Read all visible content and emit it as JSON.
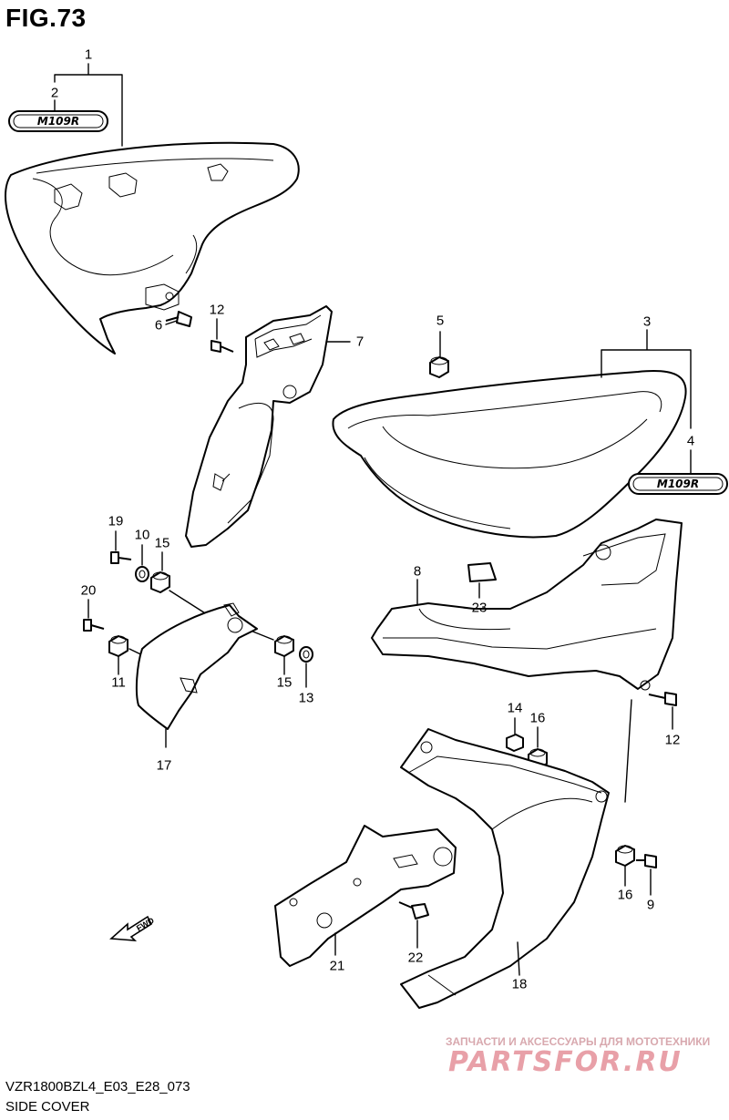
{
  "figure": {
    "title": "FIG.73",
    "model_code": "VZR1800BZL4_E03_E28_073",
    "section": "SIDE COVER"
  },
  "emblem_text": "M109R",
  "callouts": {
    "c1": "1",
    "c2": "2",
    "c3": "3",
    "c4": "4",
    "c5": "5",
    "c6": "6",
    "c7": "7",
    "c8": "8",
    "c9": "9",
    "c10": "10",
    "c11": "11",
    "c12a": "12",
    "c12b": "12",
    "c13": "13",
    "c14": "14",
    "c15a": "15",
    "c15b": "15",
    "c16a": "16",
    "c16b": "16",
    "c17": "17",
    "c18": "18",
    "c19": "19",
    "c20": "20",
    "c21": "21",
    "c22": "22",
    "c23": "23"
  },
  "fwd_label": "FWD",
  "watermark": {
    "subtitle": "ЗАПЧАСТИ И АКСЕССУАРЫ ДЛЯ МОТОТЕХНИКИ",
    "logo": "PARTSFOR.RU"
  }
}
